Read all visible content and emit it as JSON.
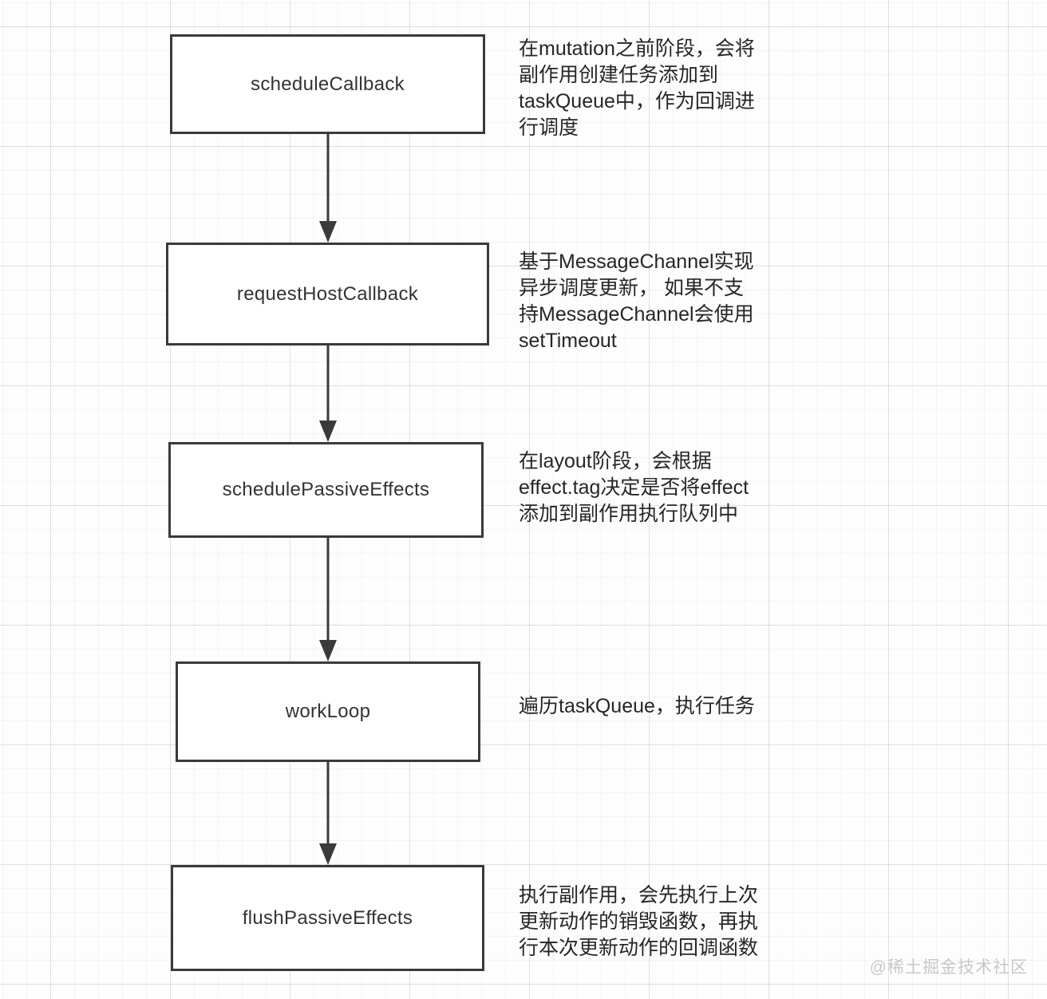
{
  "flow": {
    "nodes": [
      {
        "label": "scheduleCallback",
        "annotation_lines": [
          "在mutation之前阶段，会将",
          "副作用创建任务添加到",
          "taskQueue中，作为回调进",
          "行调度"
        ]
      },
      {
        "label": "requestHostCallback",
        "annotation_lines": [
          "基于MessageChannel实现",
          "异步调度更新， 如果不支",
          "持MessageChannel会使用",
          "setTimeout"
        ]
      },
      {
        "label": "schedulePassiveEffects",
        "annotation_lines": [
          "在layout阶段，会根据",
          "effect.tag决定是否将effect",
          "添加到副作用执行队列中"
        ]
      },
      {
        "label": "workLoop",
        "annotation_lines": [
          "遍历taskQueue，执行任务"
        ]
      },
      {
        "label": "flushPassiveEffects",
        "annotation_lines": [
          "执行副作用，会先执行上次",
          "更新动作的销毁函数，再执",
          "行本次更新动作的回调函数"
        ]
      }
    ]
  },
  "watermark": "@稀土掘金技术社区",
  "colors": {
    "box_border": "#3a3a3a",
    "box_fill": "#ffffff",
    "text": "#262626",
    "arrow": "#3a3a3a",
    "watermark": "#c8c8c8",
    "background": "#fdfdfd"
  }
}
